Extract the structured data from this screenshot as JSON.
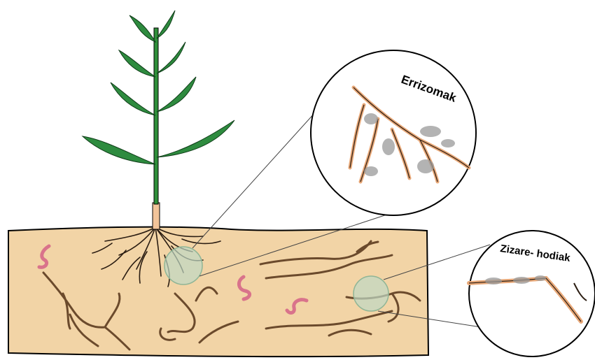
{
  "labels": {
    "rhizomes": "Errizomak",
    "worm_tunnels": "Zizare- hodiak"
  },
  "colors": {
    "soil": "#f2d4a6",
    "soil_edge": "#000000",
    "stem": "#2f8f3a",
    "leaf": "#2e8b3f",
    "leaf_dark": "#145a24",
    "root": "#2b1d12",
    "tunnel": "#6b4a2c",
    "rhizome": "#e8a878",
    "worm": "#d9738b",
    "zoom_lens": "#bfd9c4",
    "microbe": "#9a9a9a"
  },
  "icons": [
    "plant-illustration",
    "worm-icon",
    "magnifier-lens"
  ]
}
